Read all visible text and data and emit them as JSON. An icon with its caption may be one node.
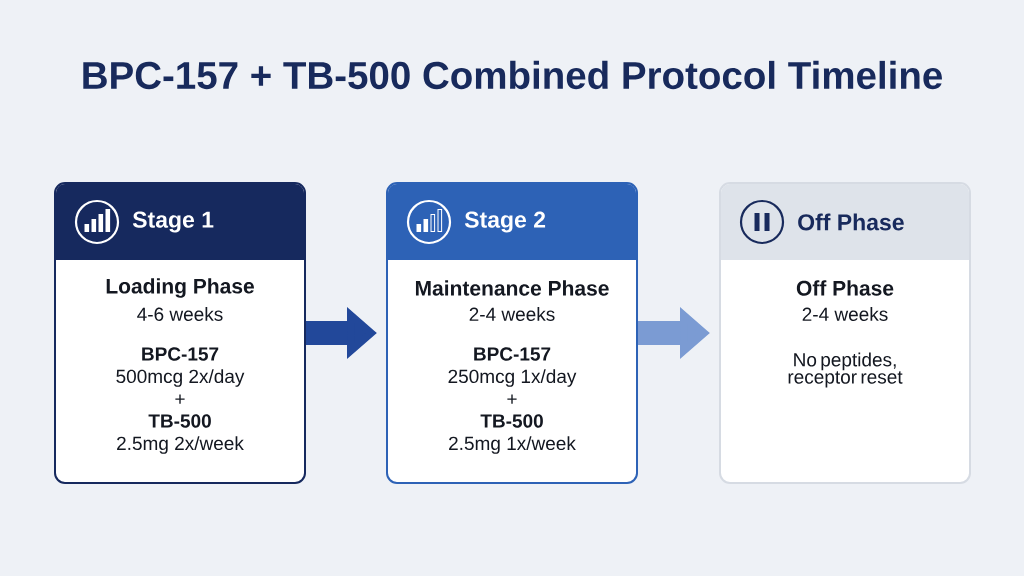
{
  "diagram": {
    "title": "BPC-157 + TB-500 Combined Protocol Timeline",
    "nodes": [
      {
        "text": [
          "Stage 1",
          "Loading Phase",
          "4-6 weeks",
          "BPC-157",
          "500mcg 2x/day",
          "+",
          "TB-500",
          "2.5mg 2x/week"
        ]
      },
      {
        "text": [
          "Stage 2",
          "Maintenance Phase",
          "2-4 weeks",
          "BPC-157",
          "250mcg 1x/day",
          "+",
          "TB-500",
          "2.5mg 1x/week"
        ]
      },
      {
        "text": [
          "Off Phase",
          "Off Phase",
          "2-4 weeks",
          "No peptides, receptor reset"
        ]
      }
    ],
    "edges": [
      {
        "from": 0,
        "to": 1,
        "arrow": "to",
        "color": "#22489a"
      },
      {
        "from": 1,
        "to": 2,
        "arrow": "to",
        "color": "#7b9bd3"
      }
    ]
  }
}
